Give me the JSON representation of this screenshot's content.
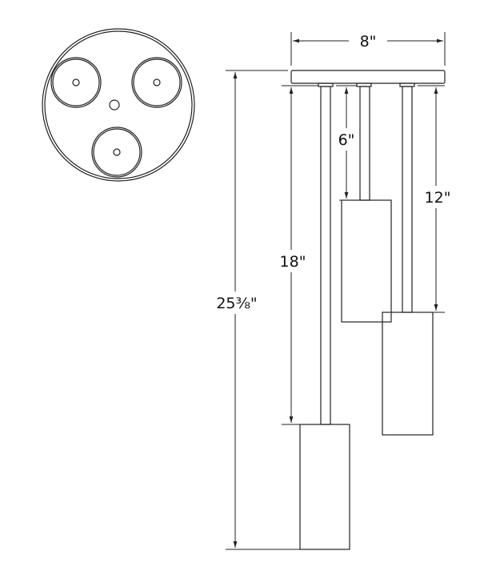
{
  "dimensions": {
    "canopy_width": "8\"",
    "overall_height": "25⅜\"",
    "long_drop": "18\"",
    "short_drop": "6\"",
    "medium_drop": "12\""
  },
  "colors": {
    "line": "#222222",
    "background": "#ffffff"
  }
}
